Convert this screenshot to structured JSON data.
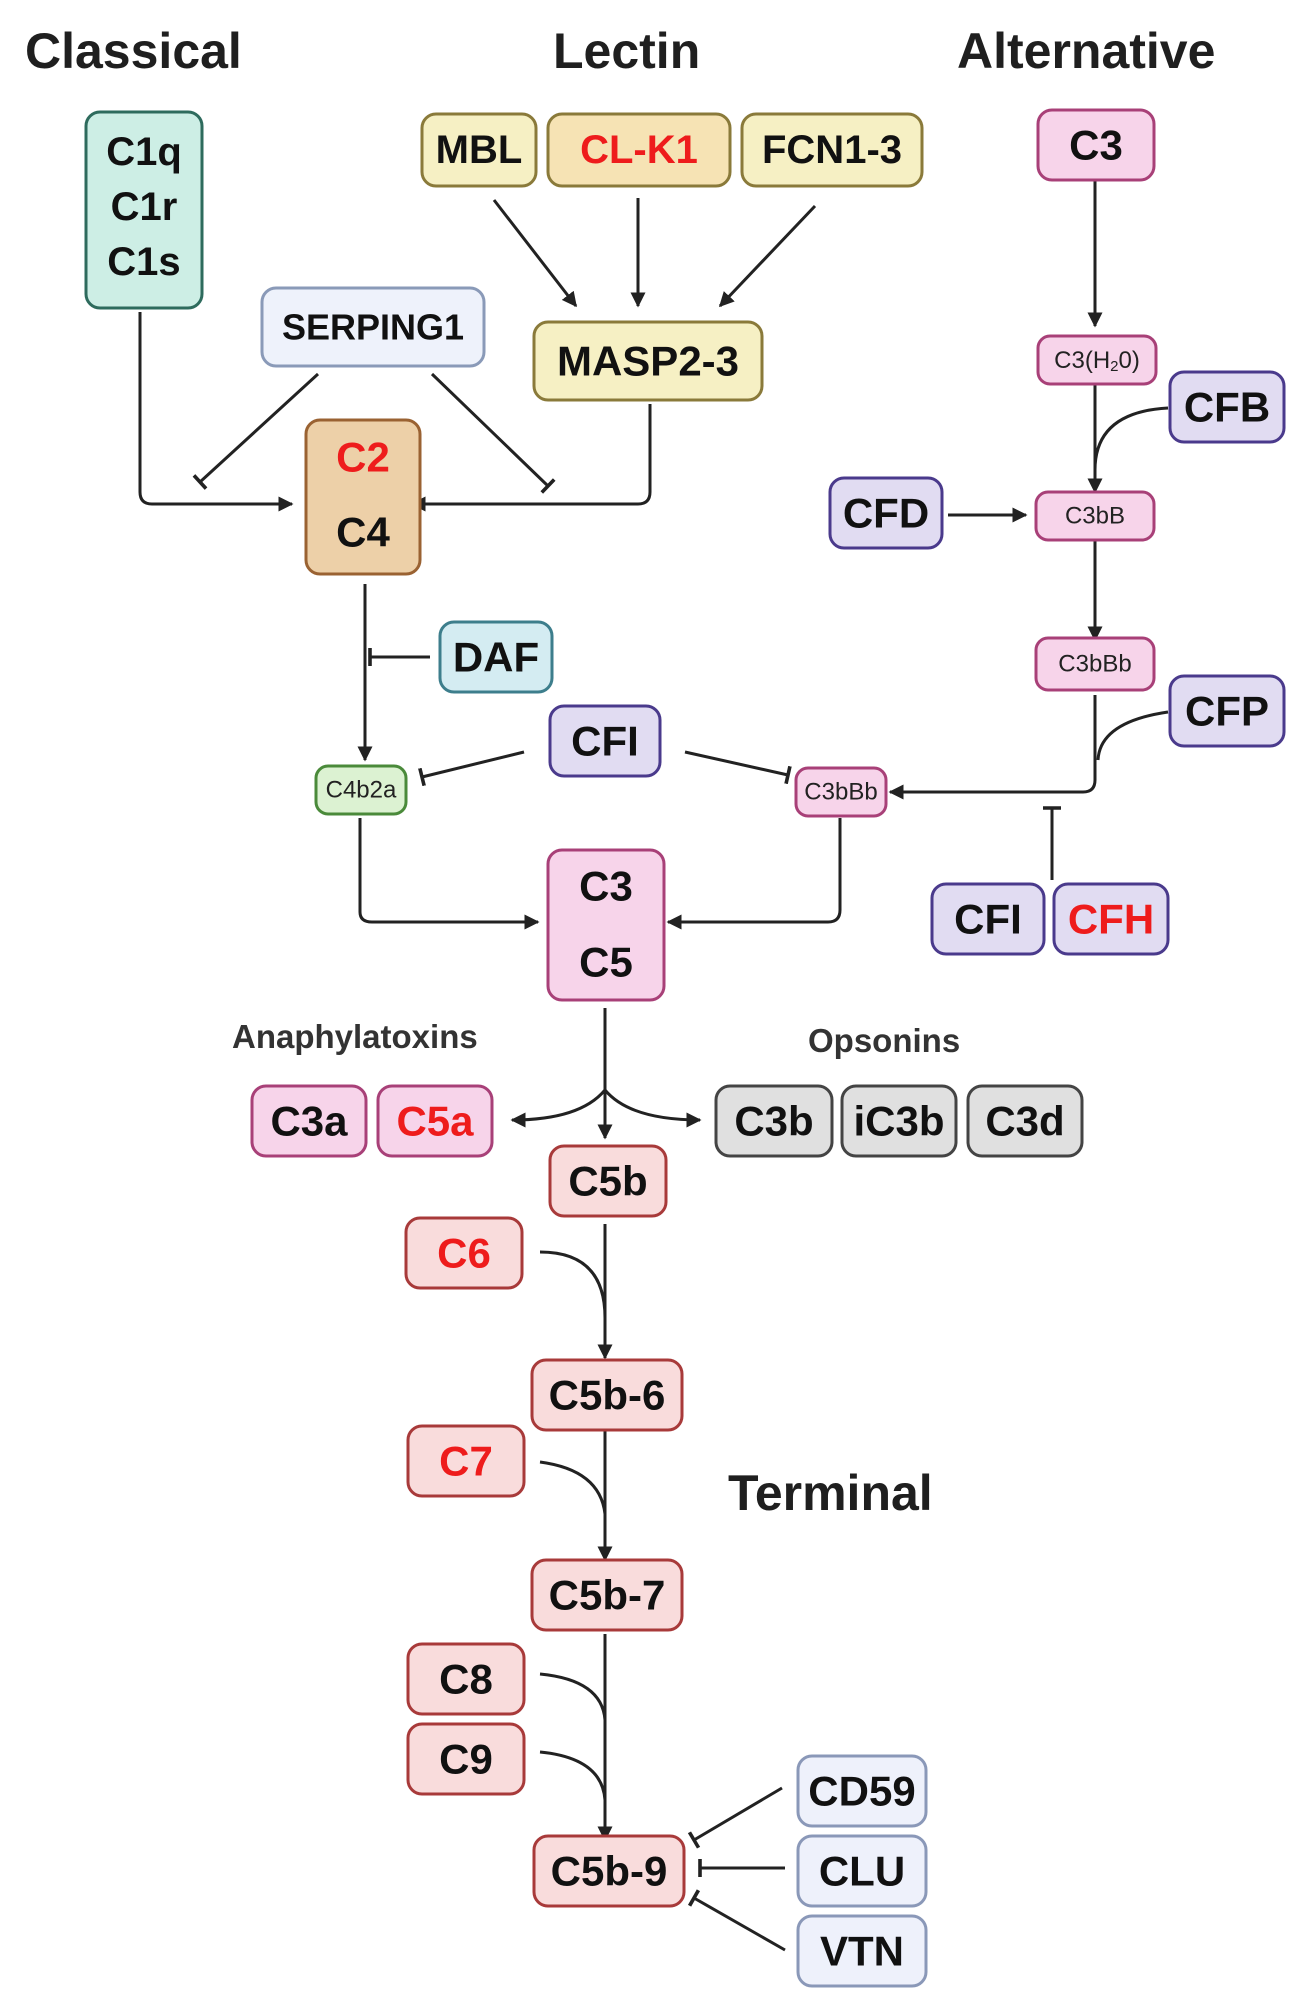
{
  "headers": {
    "classical": "Classical",
    "lectin": "Lectin",
    "alternative": "Alternative",
    "anaphylatoxins": "Anaphylatoxins",
    "opsonins": "Opsonins",
    "terminal": "Terminal"
  },
  "nodes": {
    "c1q": "C1q",
    "c1r": "C1r",
    "c1s": "C1s",
    "serping1": "SERPING1",
    "mbl": "MBL",
    "clk1": "CL-K1",
    "fcn": "FCN1-3",
    "masp": "MASP2-3",
    "c2": "C2",
    "c4": "C4",
    "daf": "DAF",
    "c4b2a": "C4b2a",
    "cfi_mid": "CFI",
    "c3bbb_conv": "C3bBb",
    "c3c5_c3": "C3",
    "c3c5_c5": "C5",
    "alt_c3": "C3",
    "c3h2o": "C3(H",
    "c3h2o_sub": "2",
    "c3h2o_end": "0)",
    "cfb": "CFB",
    "cfd": "CFD",
    "c3bB": "C3bB",
    "c3bBb_alt": "C3bBb",
    "cfp": "CFP",
    "cfi_right": "CFI",
    "cfh": "CFH",
    "c3a": "C3a",
    "c5a": "C5a",
    "c3b": "C3b",
    "ic3b": "iC3b",
    "c3d": "C3d",
    "c5b": "C5b",
    "c6": "C6",
    "c5b6": "C5b-6",
    "c7": "C7",
    "c5b7": "C5b-7",
    "c8": "C8",
    "c9": "C9",
    "c5b9": "C5b-9",
    "cd59": "CD59",
    "clu": "CLU",
    "vtn": "VTN"
  },
  "colors": {
    "highlight_text": "#ee1c1c",
    "classical_fill": "#cdeee5",
    "classical_stroke": "#2e6b5d",
    "lectin_fill": "#f6f0c4",
    "lectin_stroke": "#8a7a3a",
    "serping_fill": "#eef2fb",
    "serping_stroke": "#8a9ab8",
    "c2c4_fill": "#edd0a8",
    "c2c4_stroke": "#9a6232",
    "daf_fill": "#d4ecf2",
    "daf_stroke": "#3d7e8c",
    "c4b2a_fill": "#dcf2d2",
    "c4b2a_stroke": "#4a8a3a",
    "purple_fill": "#e1dcf2",
    "purple_stroke": "#4a3a8c",
    "pink_fill": "#f7d4ea",
    "pink_stroke": "#a84078",
    "grey_fill": "#e0e0e0",
    "grey_stroke": "#444444",
    "red_fill": "#f9dcdc",
    "red_stroke": "#a83a3a",
    "blue_fill": "#eef1fb",
    "blue_stroke": "#8a98b8"
  }
}
